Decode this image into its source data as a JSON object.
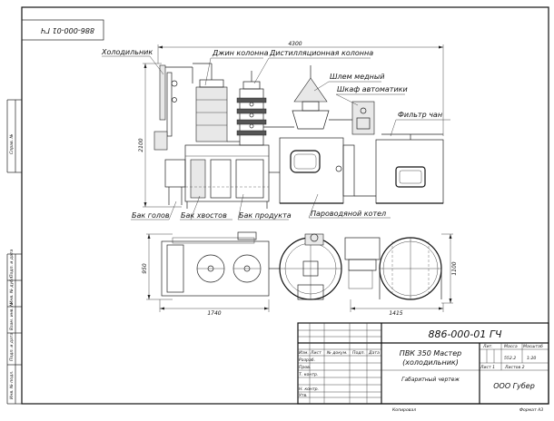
{
  "drawing_code": "886-000-01 ГЧ",
  "drawing_code_rotated": "886-000-01 ГЧ",
  "labels": {
    "condenser": "Холодильник",
    "gin_column": "Джин колонна",
    "distillation_column": "Дистилляционная колонна",
    "copper_helmet": "Шлем медный",
    "control_cabinet": "Шкаф автоматики",
    "vat_filter": "Фильтр чан",
    "head_tank": "Бак голов",
    "tail_tank": "Бак хвостов",
    "product_tank": "Бак продукта",
    "steam_boiler": "Пароводяной котел"
  },
  "dimensions": {
    "overall_length": "4300",
    "height": "2100",
    "plan_width": "950",
    "plan_depth_right": "1100",
    "left_length": "1740",
    "right_length": "1415"
  },
  "left_strip": [
    "Инв. № подл.",
    "Подп. и дата",
    "Взам. инв. №",
    "Инв. № дубл.",
    "Подп. и дата",
    "Справ. №"
  ],
  "title_block": {
    "product_name_1": "ПВК 350 Мастер",
    "product_name_2": "(холодильник)",
    "doc_type": "Габаритный чертеж",
    "company": "ООО Губер",
    "col_headers": [
      "Изм.",
      "Лист",
      "№ докум.",
      "Подп.",
      "Дата"
    ],
    "roles": [
      "Разраб.",
      "Пров.",
      "Т. контр.",
      "Н. контр.",
      "Утв."
    ],
    "lit_label": "Лит.",
    "mass_label": "Масса",
    "scale_label": "Масштаб",
    "mass_value": "552.2",
    "scale_value": "1:20",
    "sheet_label": "Лист 1",
    "sheets_label": "Листов 2"
  },
  "footer": {
    "copied": "Копировал",
    "format": "Формат А3"
  }
}
